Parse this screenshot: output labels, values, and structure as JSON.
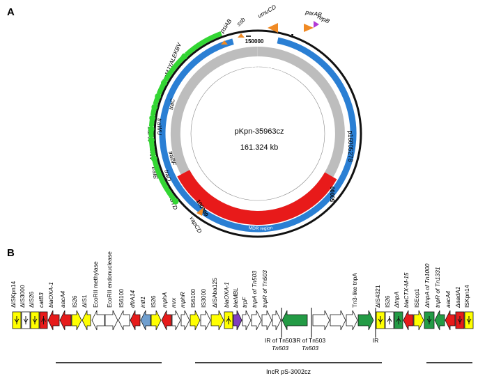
{
  "panel_a": {
    "label": "A",
    "plasmid_name": "pKpn-35963cz",
    "plasmid_size": "161.324 kb",
    "backbone_label": "Plasmid backbone",
    "mdr_label": "MDR region",
    "neighbor_label": "p16005278",
    "scale_labels": [
      "150000",
      "50000",
      "100000"
    ],
    "gene_labels": {
      "psiAB": "psiAB",
      "ssb": "ssb",
      "umuCD": "umuCD",
      "parAB": "parAB",
      "repB": "repB",
      "traMJYALEKBV": "traMJYALEKBV",
      "traC": "traC",
      "traWU": "traWU",
      "trhN": "trhN",
      "traFH": "traFH",
      "traBF": "traBF",
      "traQ": "traQ",
      "traIE": "traIE",
      "traHGTD": "traHGTD",
      "vapCD": "vapCD"
    },
    "colors": {
      "blue_ring": "#2a7fd4",
      "grey_ring": "#bdbdbd",
      "red_region": "#e81a1a",
      "green_genes": "#33d633",
      "orange_markers": "#f08a24",
      "purple_marker": "#b23ad6"
    }
  },
  "panel_b": {
    "label": "B",
    "top_labels": [
      "ΔISKpn14",
      "ΔIS3000",
      "ΔIS26",
      "catB3",
      "blaOXA-1",
      "aacA4",
      "IS26",
      "ΔIS1",
      "EcoRII methylase",
      "EcoRII endonuclease",
      "IS6100",
      "dfrA14",
      "intI1",
      "IS26",
      "mphA",
      "mrx",
      "mphR",
      "IS6100",
      "IS3000",
      "ΔISAba125",
      "blaOXA-1",
      "bleMBL",
      "trpF",
      "tnpA of Tn503",
      "tnpR of Tn503",
      "Tn3-like tnpA",
      "ΔIS4321",
      "IS26",
      "ΔtnpA",
      "blaCTX-M-15",
      "ISEcp1",
      "ΔtnpA of Tn1000",
      "tnpR of Tn1331",
      "aacA4",
      "ΔaadA1",
      "ISKpn14"
    ],
    "ir_labels": [
      "IR of Tn503",
      "IR of Tn503",
      "IR"
    ],
    "region_label": "IncR pS-3002cz",
    "colors": {
      "yellow": "#ffff00",
      "red": "#e61b1b",
      "white": "#ffffff",
      "blue": "#6f9fcf",
      "purple": "#7f3fbf",
      "green": "#239b45"
    }
  }
}
